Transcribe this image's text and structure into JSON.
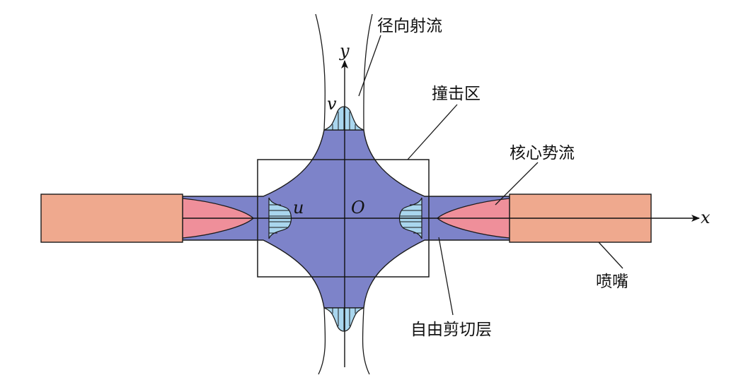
{
  "labels": {
    "radial_jet": "径向射流",
    "impingement_zone": "撞击区",
    "core_potential_flow": "核心势流",
    "nozzle": "喷嘴",
    "free_shear_layer": "自由剪切层"
  },
  "axes": {
    "x": "x",
    "y": "y",
    "origin": "O",
    "u": "u",
    "v": "v"
  },
  "colors": {
    "nozzle_fill": "#efa98e",
    "core_fill": "#ef8f9a",
    "flow_fill": "#7d83c9",
    "profile_fill": "#a9d6ee",
    "outline": "#1a1a1a"
  }
}
